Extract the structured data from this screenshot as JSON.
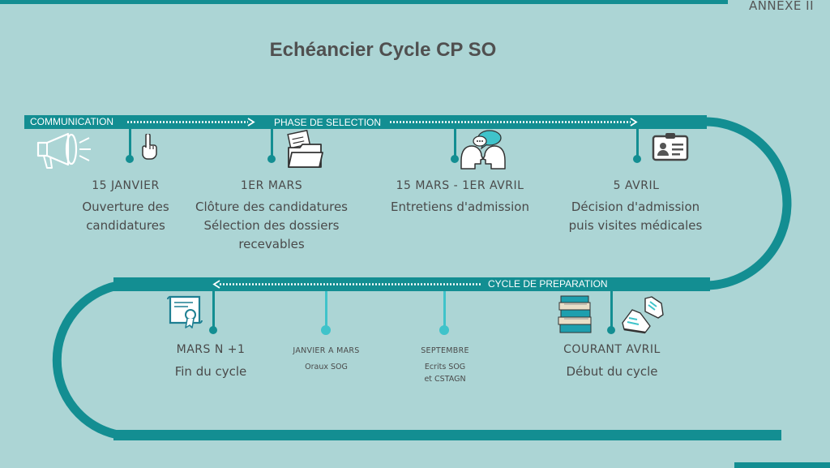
{
  "annexe": "ANNEXE II",
  "title": "Echéancier Cycle CP SO",
  "phases": {
    "communication": "COMMUNICATION",
    "selection": "PHASE DE SELECTION",
    "preparation": "CYCLE DE PREPARATION"
  },
  "milestones": [
    {
      "date": "15 JANVIER",
      "lines": [
        "Ouverture des",
        "candidatures"
      ]
    },
    {
      "date": "1ER MARS",
      "lines": [
        "Clôture des candidatures",
        "Sélection des dossiers",
        "recevables"
      ]
    },
    {
      "date": "15 MARS - 1ER AVRIL",
      "lines": [
        "Entretiens d'admission"
      ]
    },
    {
      "date": "5 AVRIL",
      "lines": [
        "Décision d'admission",
        "puis visites médicales"
      ]
    },
    {
      "date": "COURANT AVRIL",
      "lines": [
        "Début du cycle"
      ]
    },
    {
      "date": "SEPTEMBRE",
      "lines": [
        "Ecrits SOG",
        "et CSTAGN"
      ]
    },
    {
      "date": "JANVIER A MARS",
      "lines": [
        "Oraux SOG"
      ]
    },
    {
      "date": "MARS N +1",
      "lines": [
        "Fin du cycle"
      ]
    }
  ],
  "icons": [
    "megaphone-icon",
    "pointing-hand-icon",
    "documents-folder-icon",
    "conversation-heads-icon",
    "id-card-icon",
    "books-stack-icon",
    "sneakers-icon",
    "diploma-certificate-icon"
  ],
  "colors": {
    "background": "#acd5d5",
    "band": "#138e92",
    "light_marker": "#3fc3ca",
    "text": "#4a4a4a"
  }
}
